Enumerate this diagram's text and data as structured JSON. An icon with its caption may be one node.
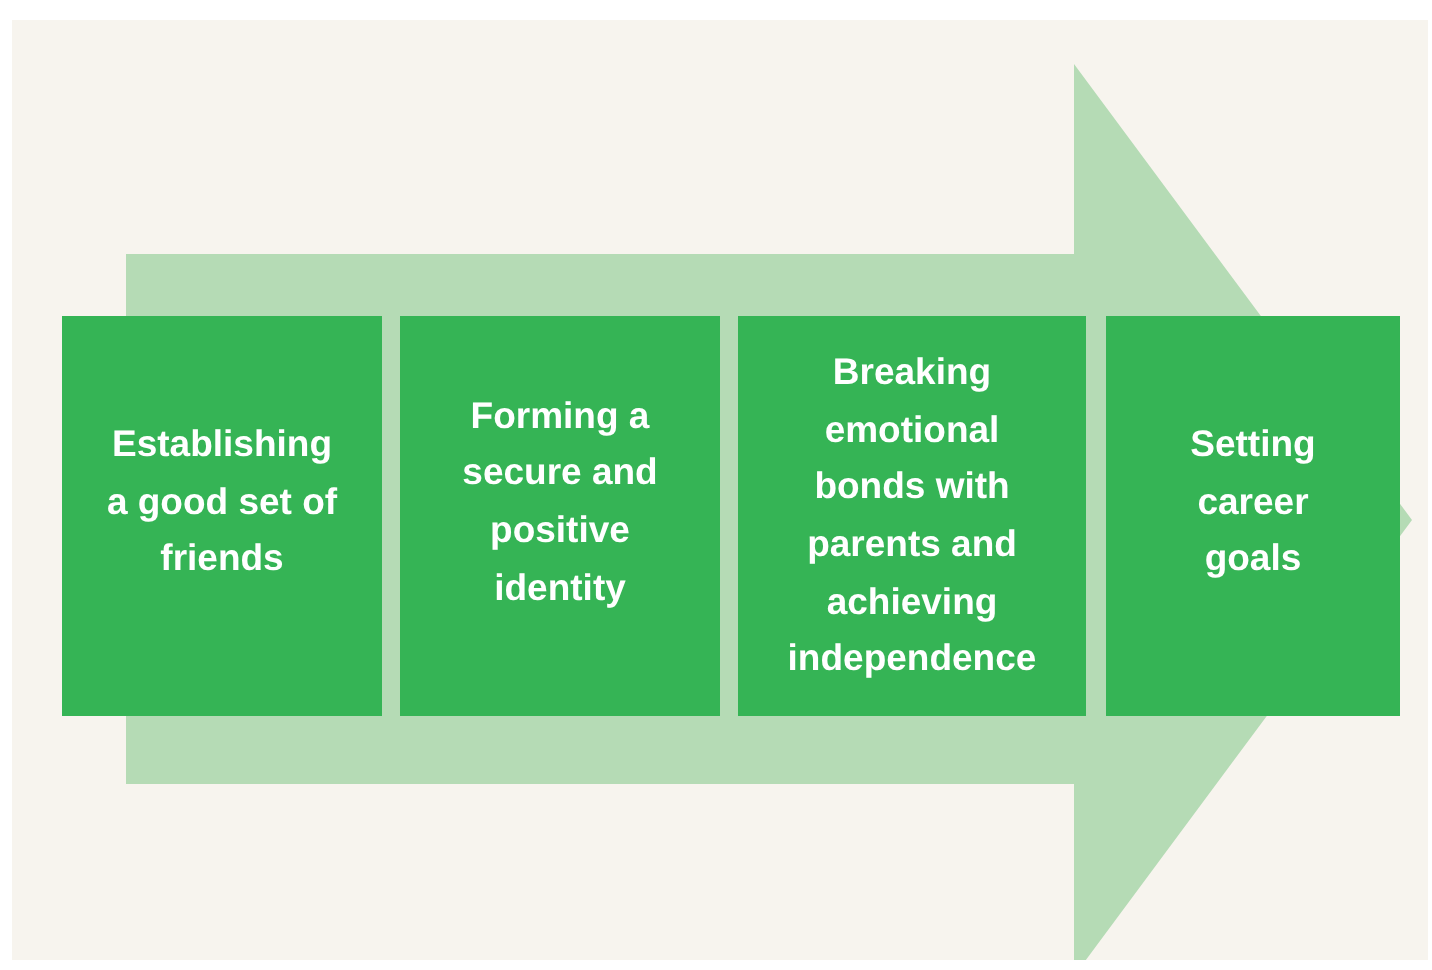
{
  "diagram": {
    "nodes": [
      {
        "text": [
          "Establishing a good set of friends"
        ]
      },
      {
        "text": [
          "Forming a secure and positive identity"
        ]
      },
      {
        "text": [
          "Breaking emotional bonds with parents and achieving independence"
        ]
      },
      {
        "text": [
          "Setting career goals"
        ]
      }
    ],
    "edges": [
      {
        "from": 0,
        "to": 3,
        "arrow": "to"
      }
    ]
  }
}
